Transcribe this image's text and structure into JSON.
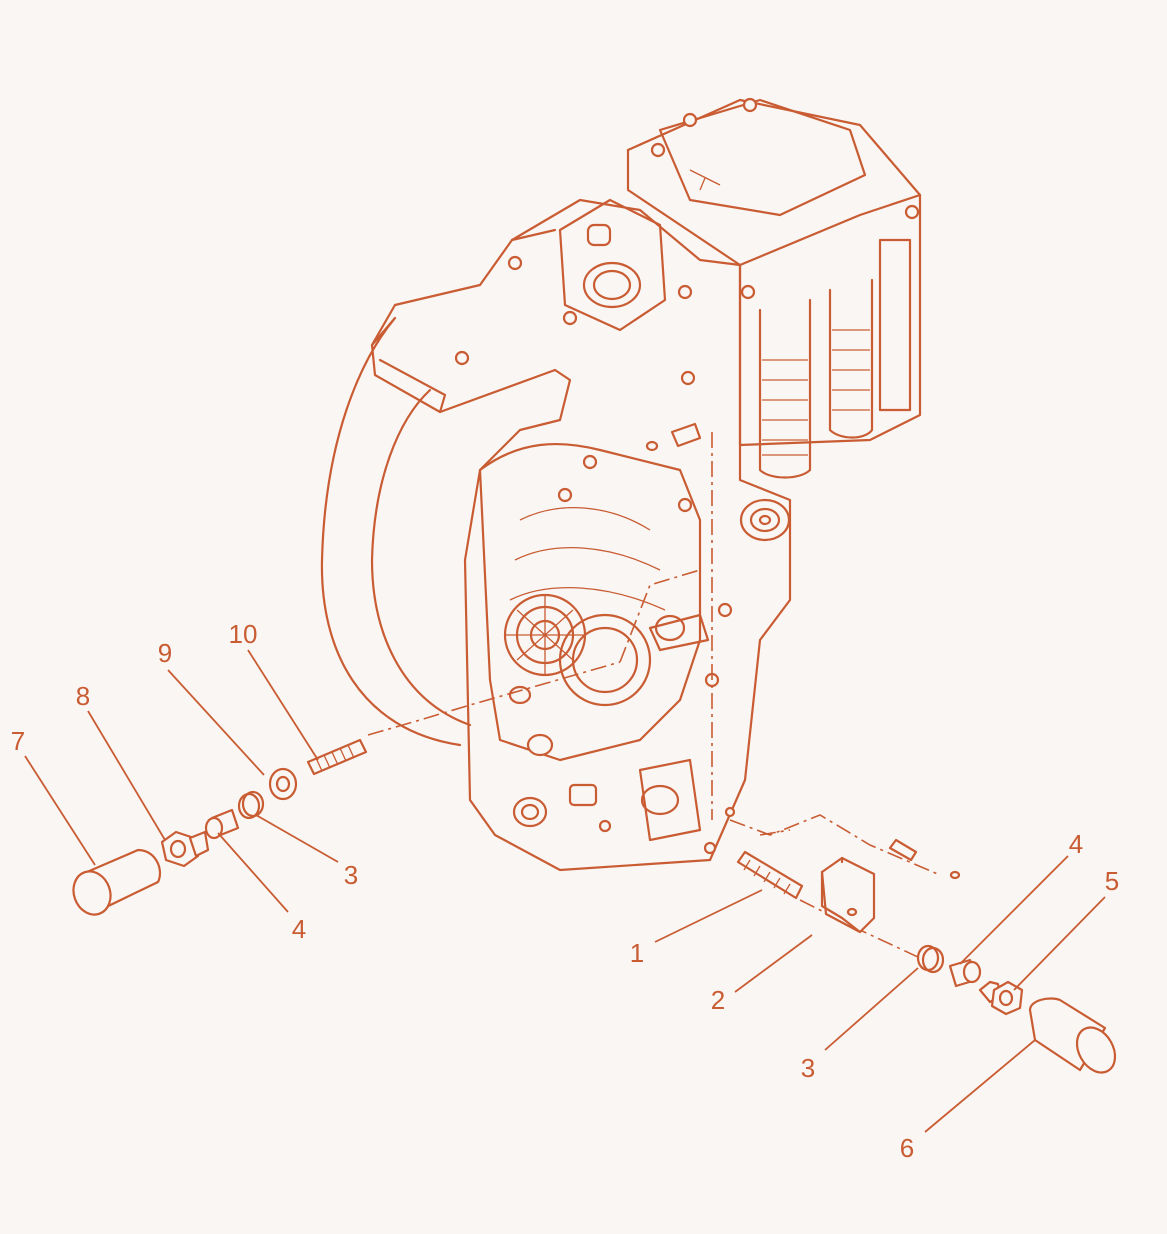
{
  "callouts": {
    "c1": "1",
    "c2": "2",
    "c3a": "3",
    "c3b": "3",
    "c4a": "4",
    "c4b": "4",
    "c5": "5",
    "c6": "6",
    "c7": "7",
    "c8": "8",
    "c9": "9",
    "c10": "10"
  },
  "colors": {
    "ink": "#c95c33",
    "background": "#faf6f3"
  }
}
